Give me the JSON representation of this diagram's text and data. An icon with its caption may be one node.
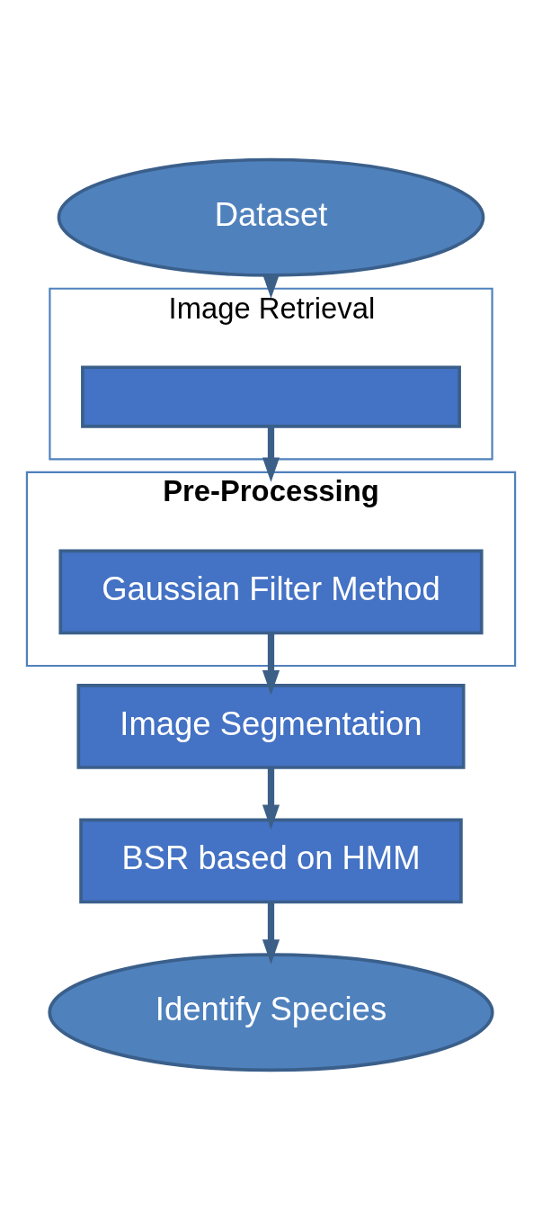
{
  "diagram": {
    "nodes": [
      {
        "text": [
          "Dataset"
        ]
      },
      {
        "text": [
          "Image Retrieval"
        ]
      },
      {
        "text": [],
        "shape": "box",
        "in": 1
      },
      {
        "text": [
          "Pre-Processing"
        ]
      },
      {
        "text": [
          "Gaussian Filter Method"
        ],
        "in": 3
      },
      {
        "text": [
          "Image Segmentation"
        ]
      },
      {
        "text": [
          "BSR based on HMM"
        ]
      },
      {
        "text": [
          "Identify Species"
        ]
      }
    ],
    "edges": [
      {
        "from": 0,
        "to": 1,
        "arrow": "to"
      },
      {
        "from": 2,
        "to": 3,
        "arrow": "to"
      },
      {
        "from": 4,
        "to": 5,
        "arrow": "to"
      },
      {
        "from": 5,
        "to": 6,
        "arrow": "to"
      },
      {
        "from": 6,
        "to": 7,
        "arrow": "to"
      }
    ]
  }
}
